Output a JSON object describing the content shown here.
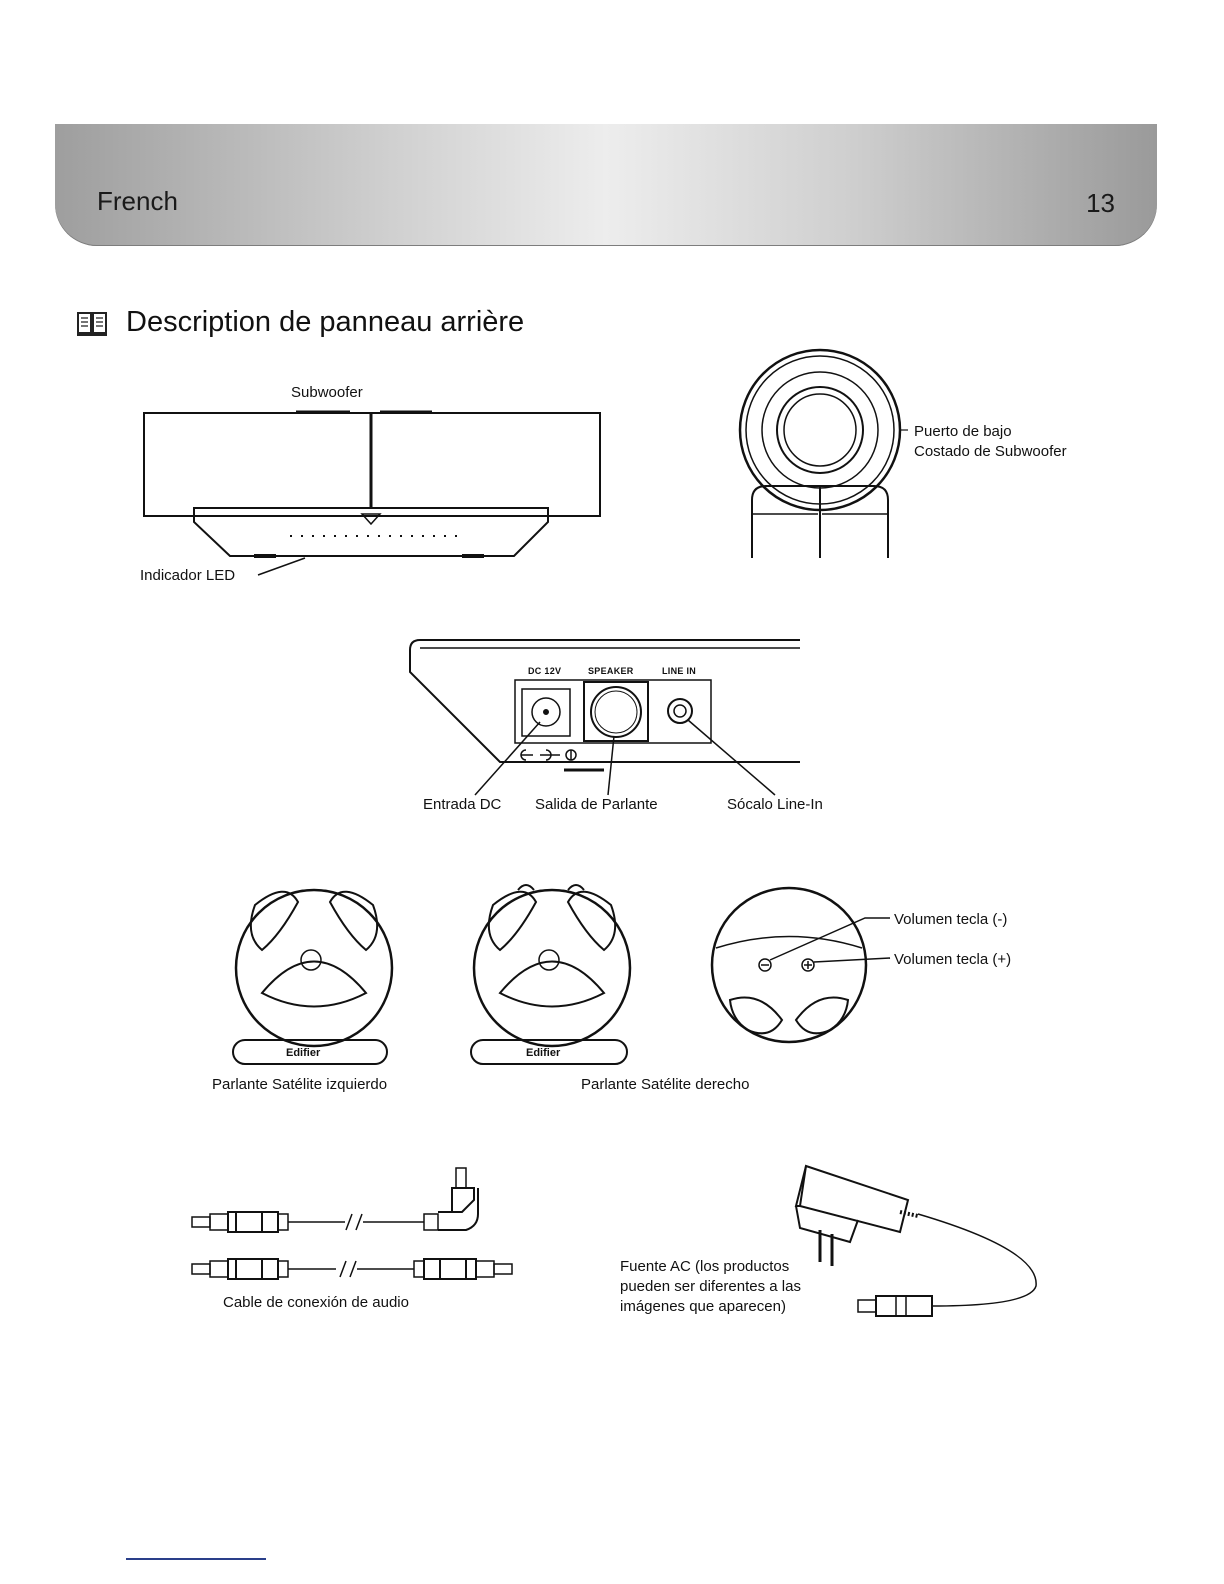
{
  "header": {
    "language": "French",
    "page_number": "13"
  },
  "section": {
    "title": "Description de panneau arrière",
    "icon": "book-icon"
  },
  "subwoofer_front": {
    "label": "Subwoofer",
    "led_label": "Indicador LED"
  },
  "subwoofer_side": {
    "label_line1": "Puerto de bajo",
    "label_line2": "Costado de Subwoofer"
  },
  "rear_panel": {
    "port_dc": "DC 12V",
    "port_speaker": "SPEAKER",
    "port_linein": "LINE IN",
    "label_dc": "Entrada DC",
    "label_speaker": "Salida de Parlante",
    "label_linein": "Sócalo Line-In"
  },
  "satellites": {
    "brand": "Edifier",
    "left_label": "Parlante Satélite izquierdo",
    "right_label": "Parlante Satélite derecho",
    "volume_minus": "Volumen tecla (-)",
    "volume_plus": "Volumen tecla (+)"
  },
  "accessories": {
    "cable_label": "Cable de conexión de audio",
    "ac_line1": "Fuente AC (los productos",
    "ac_line2": "pueden ser diferentes a las",
    "ac_line3": "imágenes que aparecen)"
  }
}
